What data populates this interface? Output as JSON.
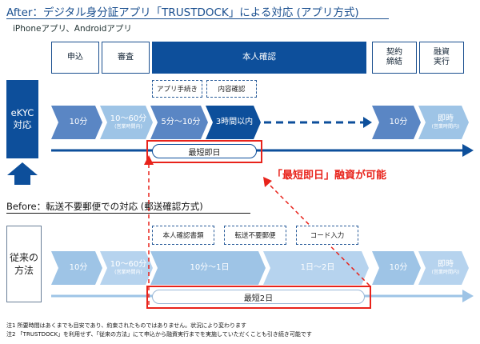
{
  "title": "After：デジタル身分証アプリ「TRUSTDOCK」による対応 (アプリ方式)",
  "subtitle": "iPhoneアプリ、Androidアプリ",
  "headers": {
    "apply": "申込",
    "review": "審査",
    "identity": "本人確認",
    "contract": "契約\n締結",
    "financing": "融資\n実行"
  },
  "after": {
    "label": "eKYC\n対応",
    "steps": [
      {
        "main": "10分",
        "sub": ""
      },
      {
        "main": "10～60分",
        "sub": "(営業時間内)"
      },
      {
        "main": "5分～10分",
        "sub": ""
      },
      {
        "main": "3時間以内",
        "sub": ""
      },
      {
        "main": "10分",
        "sub": ""
      },
      {
        "main": "即時",
        "sub": "(営業時間内)"
      }
    ],
    "dashed": [
      "アプリ手続き",
      "内容確認"
    ],
    "total": "最短即日"
  },
  "callout": "「最短即日」融資が可能",
  "before": {
    "title": "Before：転送不要郵便での対応 (郵送確認方式)",
    "label": "従来の\n方法",
    "steps": [
      {
        "main": "10分",
        "sub": ""
      },
      {
        "main": "10～60分",
        "sub": "(営業時間内)"
      },
      {
        "main": "10分～1日",
        "sub": ""
      },
      {
        "main": "1日～2日",
        "sub": ""
      },
      {
        "main": "10分",
        "sub": ""
      },
      {
        "main": "即時",
        "sub": "(営業時間内)"
      }
    ],
    "dashed": [
      "本人確認書類",
      "転送不要郵便",
      "コード入力"
    ],
    "total": "最短2日"
  },
  "notes": [
    "注1 所要時間はあくまでも目安であり、約束されたものではありません。状況により変わります",
    "注2 「TRUSTDOCK」を利用せず、「従来の方法」にて申込から融資実行までを実施していただくことも引き続き可能です"
  ],
  "colors": {
    "dark_blue": "#0d4f9b",
    "mid_blue": "#5a86c4",
    "light_blue": "#9ec4e6",
    "lighter_blue": "#b6d3ee",
    "red": "#e8231b"
  }
}
